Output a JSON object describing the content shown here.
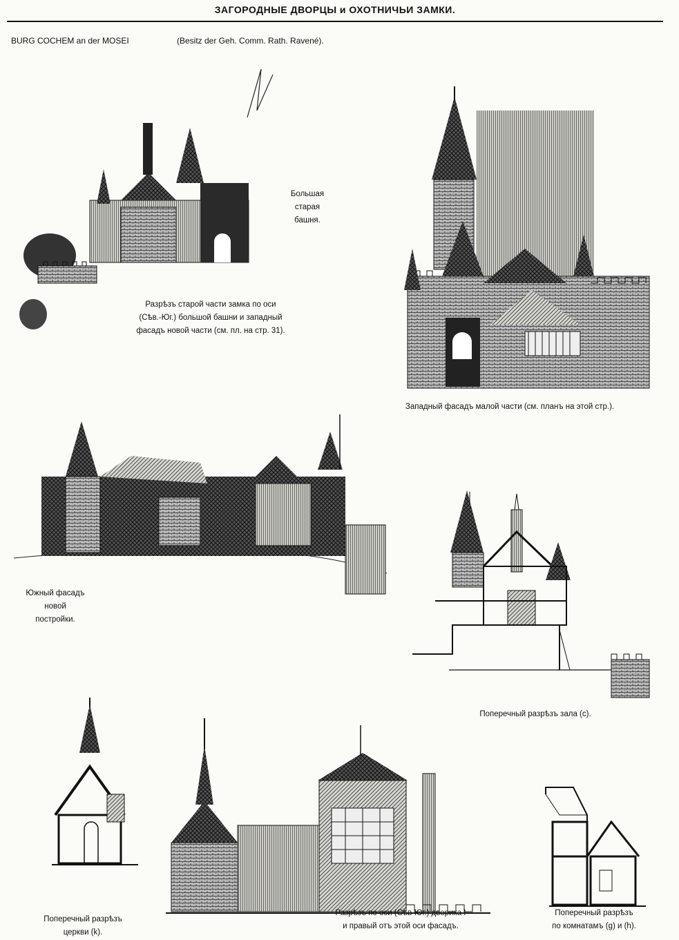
{
  "header": {
    "title": "ЗАГОРОДНЫЕ ДВОРЦЫ и ОХОТНИЧЬИ ЗАМКИ."
  },
  "subheader": {
    "place": "BURG COCHEM an der MOSEI",
    "owner": "(Besitz der Geh. Comm. Rath. Ravené)."
  },
  "captions": {
    "tower": [
      "Большая",
      "старая",
      "башня."
    ],
    "section_old": [
      "Разрѣзъ старой части замка по оси",
      "(Сѣв.-Юг.) большой башни и западный",
      "фасадъ новой части (см. пл. на стр. 31)."
    ],
    "west_facade": "Западный фасадъ малой части (см. планъ на этой стр.).",
    "south_facade": [
      "Южный фасадъ",
      "новой",
      "постройки."
    ],
    "hall_section": "Поперечный разрѣзъ зала (с).",
    "church_section": [
      "Поперечный разрѣзъ",
      "церкви (k)."
    ],
    "court_section": [
      "Разрѣзъ по оси (Сѣв-Юг.) дворика I",
      "и правый отъ этой оси фасадъ."
    ],
    "rooms_section": [
      "Поперечный разрѣзъ",
      "по комнатамъ (g) и (h)."
    ]
  }
}
